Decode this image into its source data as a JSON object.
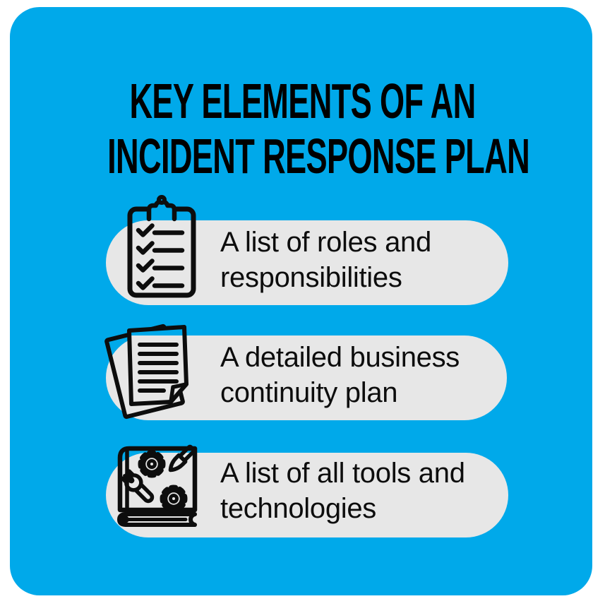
{
  "poster": {
    "title_lines": [
      "KEY ELEMENTS OF AN",
      "INCIDENT RESPONSE PLAN"
    ],
    "items": [
      {
        "icon": "checklist-clipboard-icon",
        "lines": [
          "A list of roles and",
          "responsibilities"
        ]
      },
      {
        "icon": "documents-icon",
        "lines": [
          "A detailed business",
          "continuity plan"
        ]
      },
      {
        "icon": "tools-book-icon",
        "lines": [
          "A list of all tools and",
          "technologies"
        ]
      }
    ],
    "colors": {
      "card_background": "#00A9EA",
      "pill_background": "#E7E7E7",
      "text": "#0D0D0D",
      "title_text": "#000000",
      "icon_stroke": "#0D0D0D",
      "page_background": "#FFFFFF"
    }
  }
}
